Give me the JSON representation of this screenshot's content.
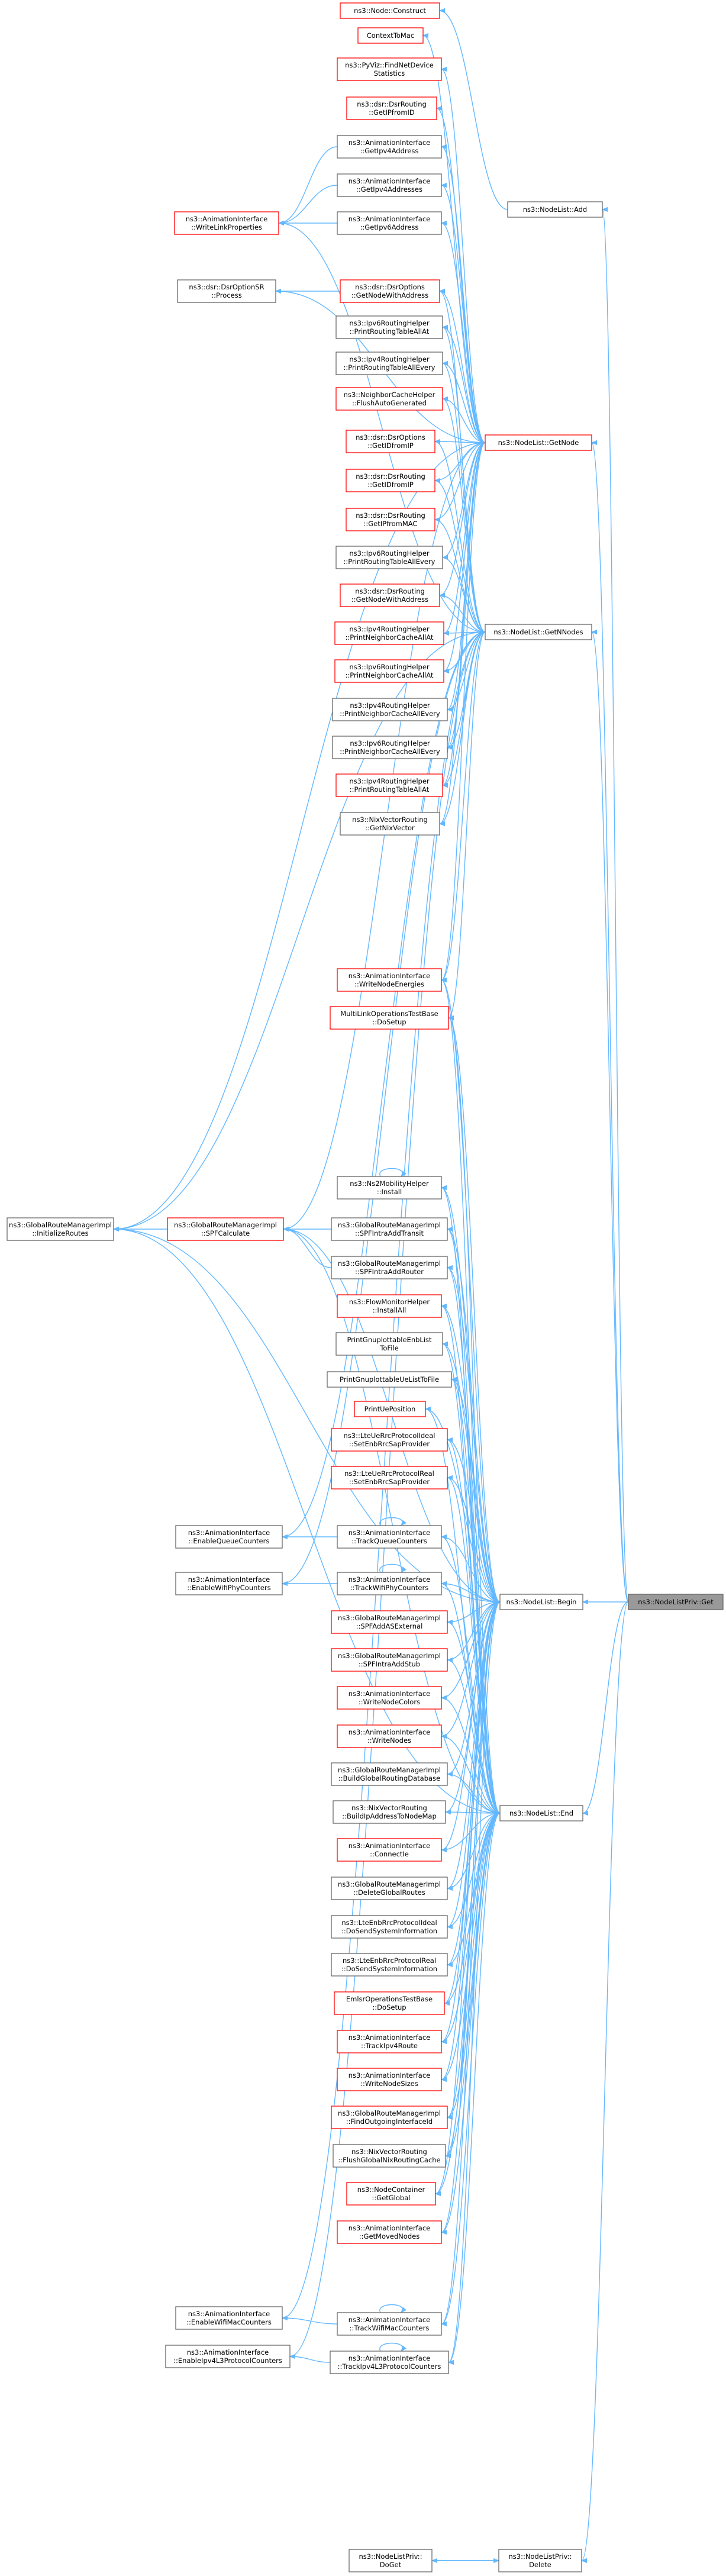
{
  "colors": {
    "edge": "#63b8ff",
    "border_default": "#666666",
    "border_red": "#ff0000",
    "fill_default": "#ffffff",
    "fill_focus": "#999999",
    "text": "#000000"
  },
  "nodes": [
    {
      "id": "construct",
      "label": [
        "ns3::Node::Construct"
      ],
      "style": "red"
    },
    {
      "id": "contexttomac",
      "label": [
        "ContextToMac"
      ],
      "style": "red"
    },
    {
      "id": "pyviz",
      "label": [
        "ns3::PyViz::FindNetDevice",
        "Statistics"
      ],
      "style": "red"
    },
    {
      "id": "dsr_getipfromid",
      "label": [
        "ns3::dsr::DsrRouting",
        "::GetIPfromID"
      ],
      "style": "red"
    },
    {
      "id": "ai_getipv4address",
      "label": [
        "ns3::AnimationInterface",
        "::GetIpv4Address"
      ],
      "style": "normal"
    },
    {
      "id": "ai_getipv4addresses",
      "label": [
        "ns3::AnimationInterface",
        "::GetIpv4Addresses"
      ],
      "style": "normal"
    },
    {
      "id": "ai_getipv6address",
      "label": [
        "ns3::AnimationInterface",
        "::GetIpv6Address"
      ],
      "style": "normal"
    },
    {
      "id": "ai_writelinkproperties",
      "label": [
        "ns3::AnimationInterface",
        "::WriteLinkProperties"
      ],
      "style": "red"
    },
    {
      "id": "nodelist_add",
      "label": [
        "ns3::NodeList::Add"
      ],
      "style": "normal"
    },
    {
      "id": "dsroptions_getnodewithaddress",
      "label": [
        "ns3::dsr::DsrOptions",
        "::GetNodeWithAddress"
      ],
      "style": "red"
    },
    {
      "id": "dsroptionsr_process",
      "label": [
        "ns3::dsr::DsrOptionSR",
        "::Process"
      ],
      "style": "normal"
    },
    {
      "id": "ipv6rh_printroutingtableallat",
      "label": [
        "ns3::Ipv6RoutingHelper",
        "::PrintRoutingTableAllAt"
      ],
      "style": "normal"
    },
    {
      "id": "ipv4rh_printroutingtableallevery",
      "label": [
        "ns3::Ipv4RoutingHelper",
        "::PrintRoutingTableAllEvery"
      ],
      "style": "normal"
    },
    {
      "id": "nch_flushautogenerated",
      "label": [
        "ns3::NeighborCacheHelper",
        "::FlushAutoGenerated"
      ],
      "style": "red"
    },
    {
      "id": "nodelist_getnode",
      "label": [
        "ns3::NodeList::GetNode"
      ],
      "style": "red"
    },
    {
      "id": "dsroptions_getidfromip",
      "label": [
        "ns3::dsr::DsrOptions",
        "::GetIDfromIP"
      ],
      "style": "red"
    },
    {
      "id": "dsrrouting_getidfromip",
      "label": [
        "ns3::dsr::DsrRouting",
        "::GetIDfromIP"
      ],
      "style": "red"
    },
    {
      "id": "dsrrouting_getipfrommac",
      "label": [
        "ns3::dsr::DsrRouting",
        "::GetIPfromMAC"
      ],
      "style": "red"
    },
    {
      "id": "ipv6rh_printroutingtableallevery",
      "label": [
        "ns3::Ipv6RoutingHelper",
        "::PrintRoutingTableAllEvery"
      ],
      "style": "normal"
    },
    {
      "id": "dsrrouting_getnodewithaddress",
      "label": [
        "ns3::dsr::DsrRouting",
        "::GetNodeWithAddress"
      ],
      "style": "red"
    },
    {
      "id": "nodelist_getnnodes",
      "label": [
        "ns3::NodeList::GetNNodes"
      ],
      "style": "normal"
    },
    {
      "id": "ipv4rh_printneighborcacheallat",
      "label": [
        "ns3::Ipv4RoutingHelper",
        "::PrintNeighborCacheAllAt"
      ],
      "style": "red"
    },
    {
      "id": "ipv6rh_printneighborcacheallat",
      "label": [
        "ns3::Ipv6RoutingHelper",
        "::PrintNeighborCacheAllAt"
      ],
      "style": "red"
    },
    {
      "id": "ipv4rh_printneighborcacheallevery",
      "label": [
        "ns3::Ipv4RoutingHelper",
        "::PrintNeighborCacheAllEvery"
      ],
      "style": "normal"
    },
    {
      "id": "ipv6rh_printneighborcacheallevery",
      "label": [
        "ns3::Ipv6RoutingHelper",
        "::PrintNeighborCacheAllEvery"
      ],
      "style": "normal"
    },
    {
      "id": "ipv4rh_printroutingtableallat",
      "label": [
        "ns3::Ipv4RoutingHelper",
        "::PrintRoutingTableAllAt"
      ],
      "style": "red"
    },
    {
      "id": "nixvr_getnixvector",
      "label": [
        "ns3::NixVectorRouting",
        "::GetNixVector"
      ],
      "style": "normal"
    },
    {
      "id": "grmi_initializeroutes",
      "label": [
        "ns3::GlobalRouteManagerImpl",
        "::InitializeRoutes"
      ],
      "style": "normal"
    },
    {
      "id": "ai_writenodeenergies",
      "label": [
        "ns3::AnimationInterface",
        "::WriteNodeEnergies"
      ],
      "style": "red"
    },
    {
      "id": "mlotb_dosetup",
      "label": [
        "MultiLinkOperationsTestBase",
        "::DoSetup"
      ],
      "style": "red"
    },
    {
      "id": "grmi_spfcalculate",
      "label": [
        "ns3::GlobalRouteManagerImpl",
        "::SPFCalculate"
      ],
      "style": "red"
    },
    {
      "id": "ns2mh_install",
      "label": [
        "ns3::Ns2MobilityHelper",
        "::Install"
      ],
      "style": "normal"
    },
    {
      "id": "grmi_spfintraaddtransit",
      "label": [
        "ns3::GlobalRouteManagerImpl",
        "::SPFIntraAddTransit"
      ],
      "style": "normal"
    },
    {
      "id": "grmi_spfintraaddrouter",
      "label": [
        "ns3::GlobalRouteManagerImpl",
        "::SPFIntraAddRouter"
      ],
      "style": "normal"
    },
    {
      "id": "fmh_installall",
      "label": [
        "ns3::FlowMonitorHelper",
        "::InstallAll"
      ],
      "style": "red"
    },
    {
      "id": "printgnuplottableenblist",
      "label": [
        "PrintGnuplottableEnbList",
        "ToFile"
      ],
      "style": "normal"
    },
    {
      "id": "printgnuplottableuelist",
      "label": [
        "PrintGnuplottableUeListToFile"
      ],
      "style": "normal"
    },
    {
      "id": "printueposition",
      "label": [
        "PrintUePosition"
      ],
      "style": "red"
    },
    {
      "id": "lterrcideal",
      "label": [
        "ns3::LteUeRrcProtocolIdeal",
        "::SetEnbRrcSapProvider"
      ],
      "style": "red"
    },
    {
      "id": "lterrcreal",
      "label": [
        "ns3::LteUeRrcProtocolReal",
        "::SetEnbRrcSapProvider"
      ],
      "style": "red"
    },
    {
      "id": "ai_enablequeuecounters",
      "label": [
        "ns3::AnimationInterface",
        "::EnableQueueCounters"
      ],
      "style": "normal"
    },
    {
      "id": "ai_trackqueuecounters",
      "label": [
        "ns3::AnimationInterface",
        "::TrackQueueCounters"
      ],
      "style": "normal"
    },
    {
      "id": "ai_enablewifiphycounters",
      "label": [
        "ns3::AnimationInterface",
        "::EnableWifiPhyCounters"
      ],
      "style": "normal"
    },
    {
      "id": "ai_trackwifiphycounters",
      "label": [
        "ns3::AnimationInterface",
        "::TrackWifiPhyCounters"
      ],
      "style": "normal"
    },
    {
      "id": "nodelist_begin",
      "label": [
        "ns3::NodeList::Begin"
      ],
      "style": "normal"
    },
    {
      "id": "nodelistpriv_get",
      "label": [
        "ns3::NodeListPriv::Get"
      ],
      "style": "focus"
    },
    {
      "id": "grmi_spfaddasexternal",
      "label": [
        "ns3::GlobalRouteManagerImpl",
        "::SPFAddASExternal"
      ],
      "style": "red"
    },
    {
      "id": "grmi_spfintraaddstub",
      "label": [
        "ns3::GlobalRouteManagerImpl",
        "::SPFIntraAddStub"
      ],
      "style": "red"
    },
    {
      "id": "ai_writenodecolors",
      "label": [
        "ns3::AnimationInterface",
        "::WriteNodeColors"
      ],
      "style": "red"
    },
    {
      "id": "ai_writenodes",
      "label": [
        "ns3::AnimationInterface",
        "::WriteNodes"
      ],
      "style": "red"
    },
    {
      "id": "grmi_buildglobalroutingdatabase",
      "label": [
        "ns3::GlobalRouteManagerImpl",
        "::BuildGlobalRoutingDatabase"
      ],
      "style": "normal"
    },
    {
      "id": "nixvr_buildipaddresstonodemap",
      "label": [
        "ns3::NixVectorRouting",
        "::BuildIpAddressToNodeMap"
      ],
      "style": "normal"
    },
    {
      "id": "nodelist_end",
      "label": [
        "ns3::NodeList::End"
      ],
      "style": "normal"
    },
    {
      "id": "ai_connectie",
      "label": [
        "ns3::AnimationInterface",
        "::ConnectIe"
      ],
      "style": "red"
    },
    {
      "id": "grmi_deleteglobalroutes",
      "label": [
        "ns3::GlobalRouteManagerImpl",
        "::DeleteGlobalRoutes"
      ],
      "style": "normal"
    },
    {
      "id": "lteenbrrcideal",
      "label": [
        "ns3::LteEnbRrcProtocolIdeal",
        "::DoSendSystemInformation"
      ],
      "style": "normal"
    },
    {
      "id": "lteenbrrcreal",
      "label": [
        "ns3::LteEnbRrcProtocolReal",
        "::DoSendSystemInformation"
      ],
      "style": "normal"
    },
    {
      "id": "emlsrotb_dosetup",
      "label": [
        "EmlsrOperationsTestBase",
        "::DoSetup"
      ],
      "style": "red"
    },
    {
      "id": "ai_trackipv4route",
      "label": [
        "ns3::AnimationInterface",
        "::TrackIpv4Route"
      ],
      "style": "red"
    },
    {
      "id": "ai_writenodesizes",
      "label": [
        "ns3::AnimationInterface",
        "::WriteNodeSizes"
      ],
      "style": "red"
    },
    {
      "id": "grmi_findoutgoinginterfaceid",
      "label": [
        "ns3::GlobalRouteManagerImpl",
        "::FindOutgoingInterfaceId"
      ],
      "style": "red"
    },
    {
      "id": "nixvr_flushglobalnixroutingcache",
      "label": [
        "ns3::NixVectorRouting",
        "::FlushGlobalNixRoutingCache"
      ],
      "style": "normal"
    },
    {
      "id": "nc_getglobal",
      "label": [
        "ns3::NodeContainer",
        "::GetGlobal"
      ],
      "style": "red"
    },
    {
      "id": "ai_getmovednodes",
      "label": [
        "ns3::AnimationInterface",
        "::GetMovedNodes"
      ],
      "style": "red"
    },
    {
      "id": "ai_enablewifimaccounters",
      "label": [
        "ns3::AnimationInterface",
        "::EnableWifiMacCounters"
      ],
      "style": "normal"
    },
    {
      "id": "ai_trackwifimaccounters",
      "label": [
        "ns3::AnimationInterface",
        "::TrackWifiMacCounters"
      ],
      "style": "normal"
    },
    {
      "id": "ai_enableipv4l3protocolcounters",
      "label": [
        "ns3::AnimationInterface",
        "::EnableIpv4L3ProtocolCounters"
      ],
      "style": "normal"
    },
    {
      "id": "ai_trackipv4l3protocolcounters",
      "label": [
        "ns3::AnimationInterface",
        "::TrackIpv4L3ProtocolCounters"
      ],
      "style": "normal"
    },
    {
      "id": "nodelistpriv_doget",
      "label": [
        "ns3::NodeListPriv::",
        "DoGet"
      ],
      "style": "normal"
    },
    {
      "id": "nodelistpriv_delete",
      "label": [
        "ns3::NodeListPriv::",
        "Delete"
      ],
      "style": "normal"
    }
  ]
}
